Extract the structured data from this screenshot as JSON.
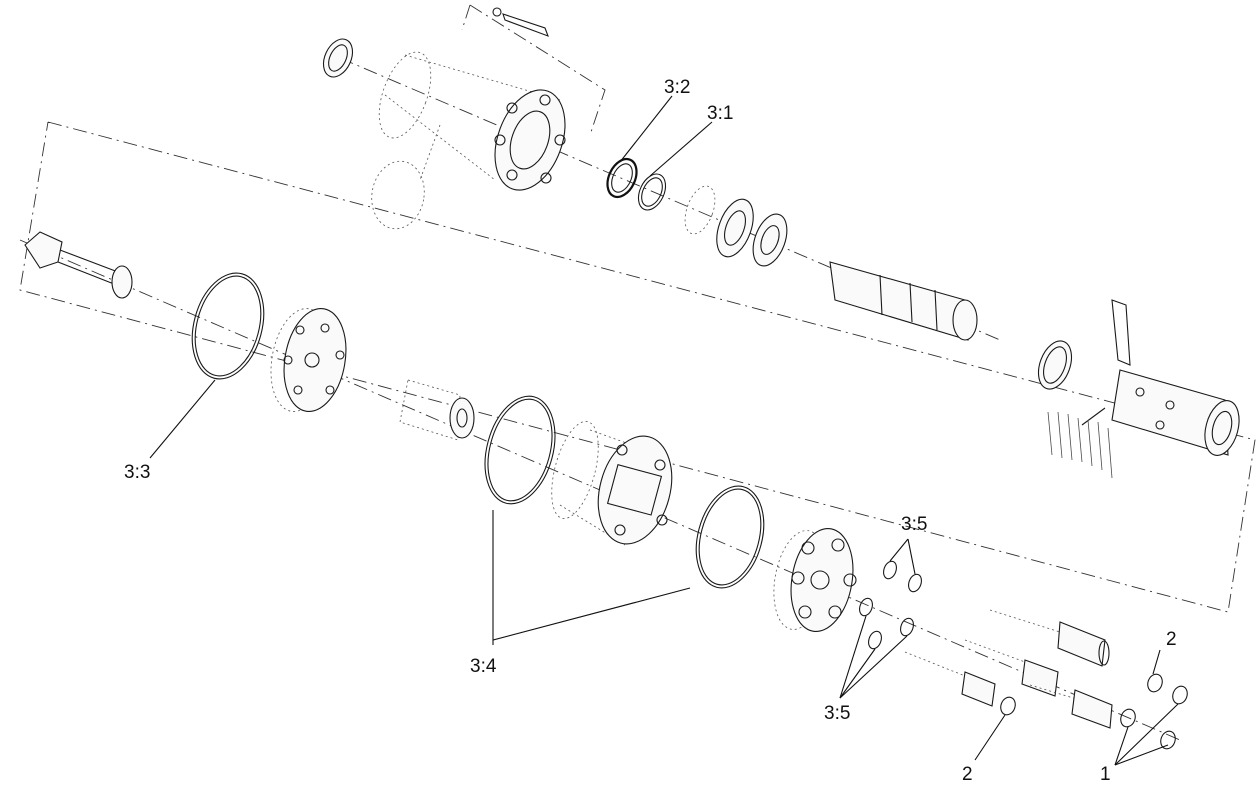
{
  "callouts": {
    "c_3_2": "3:2",
    "c_3_1": "3:1",
    "c_3_3": "3:3",
    "c_3_4": "3:4",
    "c_3_5_top": "3:5",
    "c_3_5_bottom": "3:5",
    "c_2_right": "2",
    "c_2_bottom": "2",
    "c_1": "1"
  }
}
